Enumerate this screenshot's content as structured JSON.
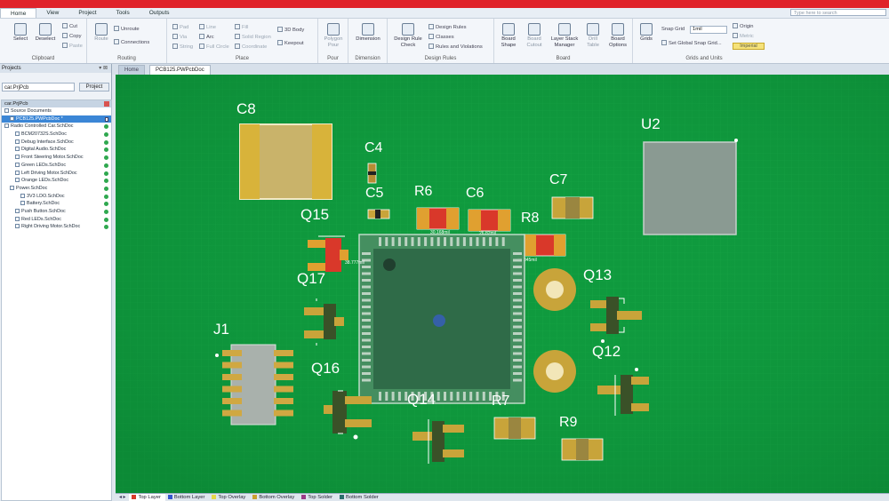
{
  "menu": {
    "items": [
      "Home",
      "View",
      "Project",
      "Tools",
      "Outputs"
    ],
    "search_placeholder": "Type here to search"
  },
  "ribbon": {
    "clipboard": {
      "label": "Clipboard",
      "select": "Select",
      "deselect": "Deselect",
      "cut": "Cut",
      "copy": "Copy",
      "paste": "Paste"
    },
    "routing": {
      "label": "Routing",
      "route": "Route",
      "unroute": "Unroute",
      "connections": "Connections"
    },
    "place": {
      "label": "Place",
      "pad": "Pad",
      "via": "Via",
      "string": "String",
      "line": "Line",
      "arc": "Arc",
      "full_circle": "Full Circle",
      "fill": "Fill",
      "solid_region": "Solid Region",
      "coordinate": "Coordinate",
      "body_3d": "3D Body",
      "keepout": "Keepout"
    },
    "pour": {
      "label": "Pour",
      "polygon_pour": "Polygon Pour"
    },
    "dimension": {
      "label": "Dimension",
      "dimension": "Dimension"
    },
    "design_rules": {
      "label": "Design Rules",
      "check": "Design Rule Check",
      "rules": "Design Rules",
      "classes": "Classes",
      "violations": "Rules and Violations"
    },
    "board": {
      "label": "Board",
      "shape": "Board Shape",
      "cutout": "Board Cutout",
      "layer_stack": "Layer Stack Manager",
      "drill_table": "Drill Table",
      "options": "Board Options"
    },
    "grids": {
      "label": "Grids and Units",
      "grids": "Grids",
      "snap_grid": "Snap Grid",
      "snap_value": "1mil",
      "global_snap": "Set Global Snap Grid...",
      "origin": "Origin",
      "metric": "Metric",
      "imperial": "Imperial"
    }
  },
  "tabs": {
    "home": "Home",
    "active": "PCB125.PWPcbDoc"
  },
  "panel": {
    "title": "Projects",
    "pin": "▾ ⊠",
    "project_input": "car.PrjPcb",
    "project_button": "Project",
    "tree_title": "car.PrjPcb",
    "tree": [
      {
        "label": "Source Documents",
        "indent": 0,
        "mark": ""
      },
      {
        "label": "PCB125.PWPcbDoc *",
        "indent": 1,
        "mark": "doc",
        "selected": true
      },
      {
        "label": "Radio Controlled Car.SchDoc",
        "indent": 0,
        "mark": "ok"
      },
      {
        "label": "BCM20732S.SchDoc",
        "indent": 2,
        "mark": "ok"
      },
      {
        "label": "Debug Interface.SchDoc",
        "indent": 2,
        "mark": "ok"
      },
      {
        "label": "Digital Audio.SchDoc",
        "indent": 2,
        "mark": "ok"
      },
      {
        "label": "Front Steering Motor.SchDoc",
        "indent": 2,
        "mark": "ok"
      },
      {
        "label": "Green LEDs.SchDoc",
        "indent": 2,
        "mark": "ok"
      },
      {
        "label": "Left Driving Motor.SchDoc",
        "indent": 2,
        "mark": "ok"
      },
      {
        "label": "Orange LEDs.SchDoc",
        "indent": 2,
        "mark": "ok"
      },
      {
        "label": "Power.SchDoc",
        "indent": 1,
        "mark": "ok"
      },
      {
        "label": "3V3 LDO.SchDoc",
        "indent": 3,
        "mark": "ok"
      },
      {
        "label": "Battery.SchDoc",
        "indent": 3,
        "mark": "ok"
      },
      {
        "label": "Push Button.SchDoc",
        "indent": 2,
        "mark": "ok"
      },
      {
        "label": "Red LEDs.SchDoc",
        "indent": 2,
        "mark": "ok"
      },
      {
        "label": "Right Driving Motor.SchDoc",
        "indent": 2,
        "mark": "ok"
      }
    ]
  },
  "pcb": {
    "designators": [
      "C8",
      "C4",
      "C5",
      "R6",
      "C6",
      "C7",
      "R8",
      "U2",
      "Q15",
      "Q17",
      "Q13",
      "Q12",
      "J1",
      "Q16",
      "Q14",
      "R7",
      "R9"
    ],
    "net_labels": [
      "30.168mil",
      "26.82mil",
      "38.777mil",
      "38.345mil"
    ],
    "colors": {
      "board": "#0f9a3e",
      "silk": "#ffffff",
      "pad": "#c8a43a",
      "highlight": "#d9382a"
    }
  },
  "status": {
    "nav": "◂ ▸",
    "layers": [
      {
        "label": "Top Layer",
        "color": "#d93a2b",
        "active": true
      },
      {
        "label": "Bottom Layer",
        "color": "#3355cc"
      },
      {
        "label": "Top Overlay",
        "color": "#e8d84a"
      },
      {
        "label": "Bottom Overlay",
        "color": "#c8a030"
      },
      {
        "label": "Top Solder",
        "color": "#9b3b88"
      },
      {
        "label": "Bottom Solder",
        "color": "#2b6d6d"
      }
    ]
  }
}
